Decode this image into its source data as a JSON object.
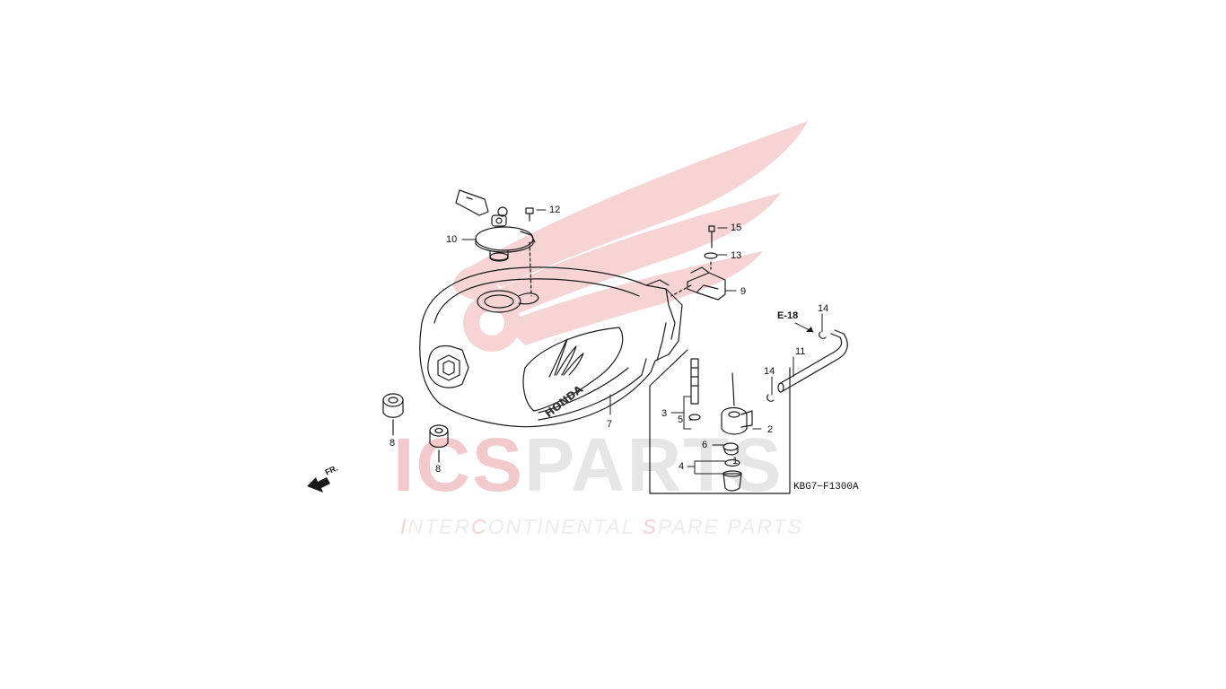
{
  "watermark": {
    "brand_part1": "ICS",
    "brand_part2": "PARTS",
    "tagline_r1": "I",
    "tagline_1": "NTER",
    "tagline_r2": "C",
    "tagline_2": "ONTINENTAL ",
    "tagline_r3": "S",
    "tagline_3": "PARE PARTS",
    "colors": {
      "wing": "#f6d4d6",
      "brand_red": "#f2c9cc",
      "brand_grey": "#e6e6e6"
    }
  },
  "diagram": {
    "parts": [
      {
        "key": "p1",
        "number": "1"
      },
      {
        "key": "p2",
        "number": "2"
      },
      {
        "key": "p3",
        "number": "3"
      },
      {
        "key": "p4",
        "number": "4"
      },
      {
        "key": "p5",
        "number": "5"
      },
      {
        "key": "p6",
        "number": "6"
      },
      {
        "key": "p7",
        "number": "7"
      },
      {
        "key": "p8a",
        "number": "8"
      },
      {
        "key": "p8b",
        "number": "8"
      },
      {
        "key": "p9",
        "number": "9"
      },
      {
        "key": "p10",
        "number": "10"
      },
      {
        "key": "p11",
        "number": "11"
      },
      {
        "key": "p12",
        "number": "12"
      },
      {
        "key": "p13",
        "number": "13"
      },
      {
        "key": "p14a",
        "number": "14"
      },
      {
        "key": "p14b",
        "number": "14"
      },
      {
        "key": "p15",
        "number": "15"
      }
    ],
    "reference": "E-18",
    "drawing_code": "KBG7−F1300A",
    "direction_label": "FR.",
    "tank_logo": "HONDA"
  }
}
